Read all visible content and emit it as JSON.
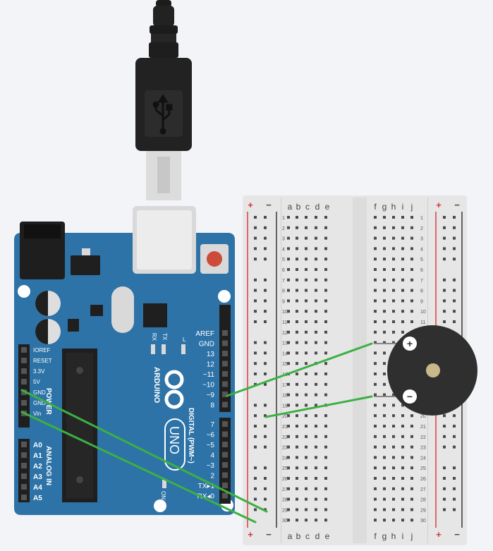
{
  "arduino": {
    "logo_text": "ARDUINO",
    "model_text": "UNO",
    "power_header_label": "POWER",
    "analog_header_label": "ANALOG IN",
    "digital_header_label": "DIGITAL (PWM~)",
    "on_label": "ON",
    "l_label": "L",
    "tx_label": "TX",
    "rx_label": "RX",
    "power_pins": [
      "IOREF",
      "RESET",
      "3.3V",
      "5V",
      "GND",
      "GND",
      "Vin"
    ],
    "analog_pins": [
      "A0",
      "A1",
      "A2",
      "A3",
      "A4",
      "A5"
    ],
    "digital_pins_top": [
      "AREF",
      "GND",
      "13",
      "12",
      "~11",
      "~10",
      "~9",
      "8"
    ],
    "digital_pins_bottom": [
      "7",
      "~6",
      "~5",
      "4",
      "~3",
      "2",
      "TX▸1",
      "RX◂0"
    ]
  },
  "breadboard": {
    "columns_left": [
      "a",
      "b",
      "c",
      "d",
      "e"
    ],
    "columns_right": [
      "f",
      "g",
      "h",
      "i",
      "j"
    ],
    "rows": 30,
    "rail_plus": "+",
    "rail_minus": "−"
  },
  "buzzer": {
    "plus_label": "+",
    "minus_label": "−"
  },
  "colors": {
    "board_blue": "#2d73a7",
    "wire_green": "#3cb043",
    "rail_red": "#d8333c",
    "rail_black": "#2b2b2b",
    "buzzer_body": "#2f2f2f",
    "buzzer_center": "#c9b98a"
  },
  "icons": [
    "usb-icon",
    "arduino-infinity-logo-icon"
  ]
}
